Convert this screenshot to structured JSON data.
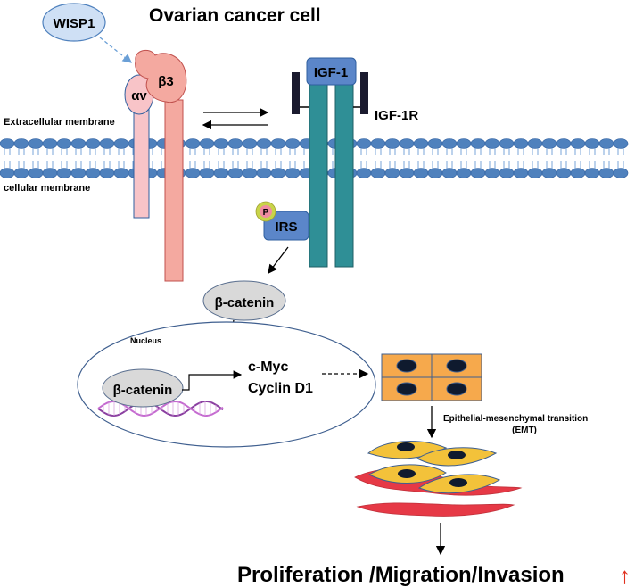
{
  "title": "Ovarian cancer cell",
  "wisp1": "WISP1",
  "integrin": {
    "alpha": "αv",
    "beta": "β3"
  },
  "igf1": "IGF-1",
  "igf1r": "IGF-1R",
  "membrane": {
    "extracellular": "Extracellular membrane",
    "cellular": "cellular membrane"
  },
  "irs": "IRS",
  "phospho": "P",
  "beta_catenin": "β-catenin",
  "nucleus_label": "Nucleus",
  "targets": [
    "c-Myc",
    "Cyclin D1"
  ],
  "emt_label": [
    "Epithelial-mesenchymal transition",
    "(EMT)"
  ],
  "outcome": "Proliferation /Migration/Invasion",
  "outcome_arrow": "↑",
  "colors": {
    "integrin": "#f4a9a0",
    "integrin_alpha": "#f8c4c8",
    "receptor": "#2f8f96",
    "igf1_box": "#5b86c9",
    "membrane": "#4f81bd",
    "catenin": "#d9d9d9",
    "epithelial": "#f6a94c",
    "mesenchymal": "#f3c23a",
    "red_tissue": "#e63946",
    "up_arrow": "#e0301e"
  }
}
